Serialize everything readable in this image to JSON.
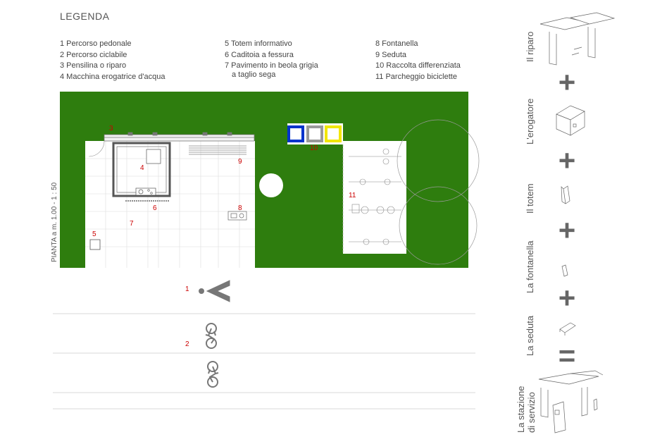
{
  "title": "LEGENDA",
  "legend": {
    "col1": [
      "1 Percorso pedonale",
      "2 Percorso ciclabile",
      "3 Pensilina o riparo",
      "4 Macchina erogatrice d'acqua"
    ],
    "col2": [
      "5 Totem informativo",
      "6 Caditoia a fessura",
      "7 Pavimento in beola grigia",
      "a taglio sega"
    ],
    "col3": [
      "8 Fontanella",
      "9 Seduta",
      "10 Raccolta differenziata",
      "11 Parcheggio biciclette"
    ]
  },
  "plan_label": "PIANTA a m. 1.00 - 1 : 50",
  "markers": [
    "3",
    "4",
    "5",
    "6",
    "7",
    "8",
    "9",
    "10",
    "11",
    "1",
    "2"
  ],
  "side": {
    "labels": [
      "Il riparo",
      "L'erogatore",
      "Il totem",
      "La fontanella",
      "La seduta"
    ],
    "result_line1": "La stazione",
    "result_line2": "di servizio",
    "plus": "+",
    "equals": "="
  },
  "colors": {
    "grass": "#2e7d0e",
    "marker": "#cc0000",
    "bin_blue": "#0033cc",
    "bin_grey": "#9a9a9a",
    "bin_yellow": "#f2e600"
  }
}
